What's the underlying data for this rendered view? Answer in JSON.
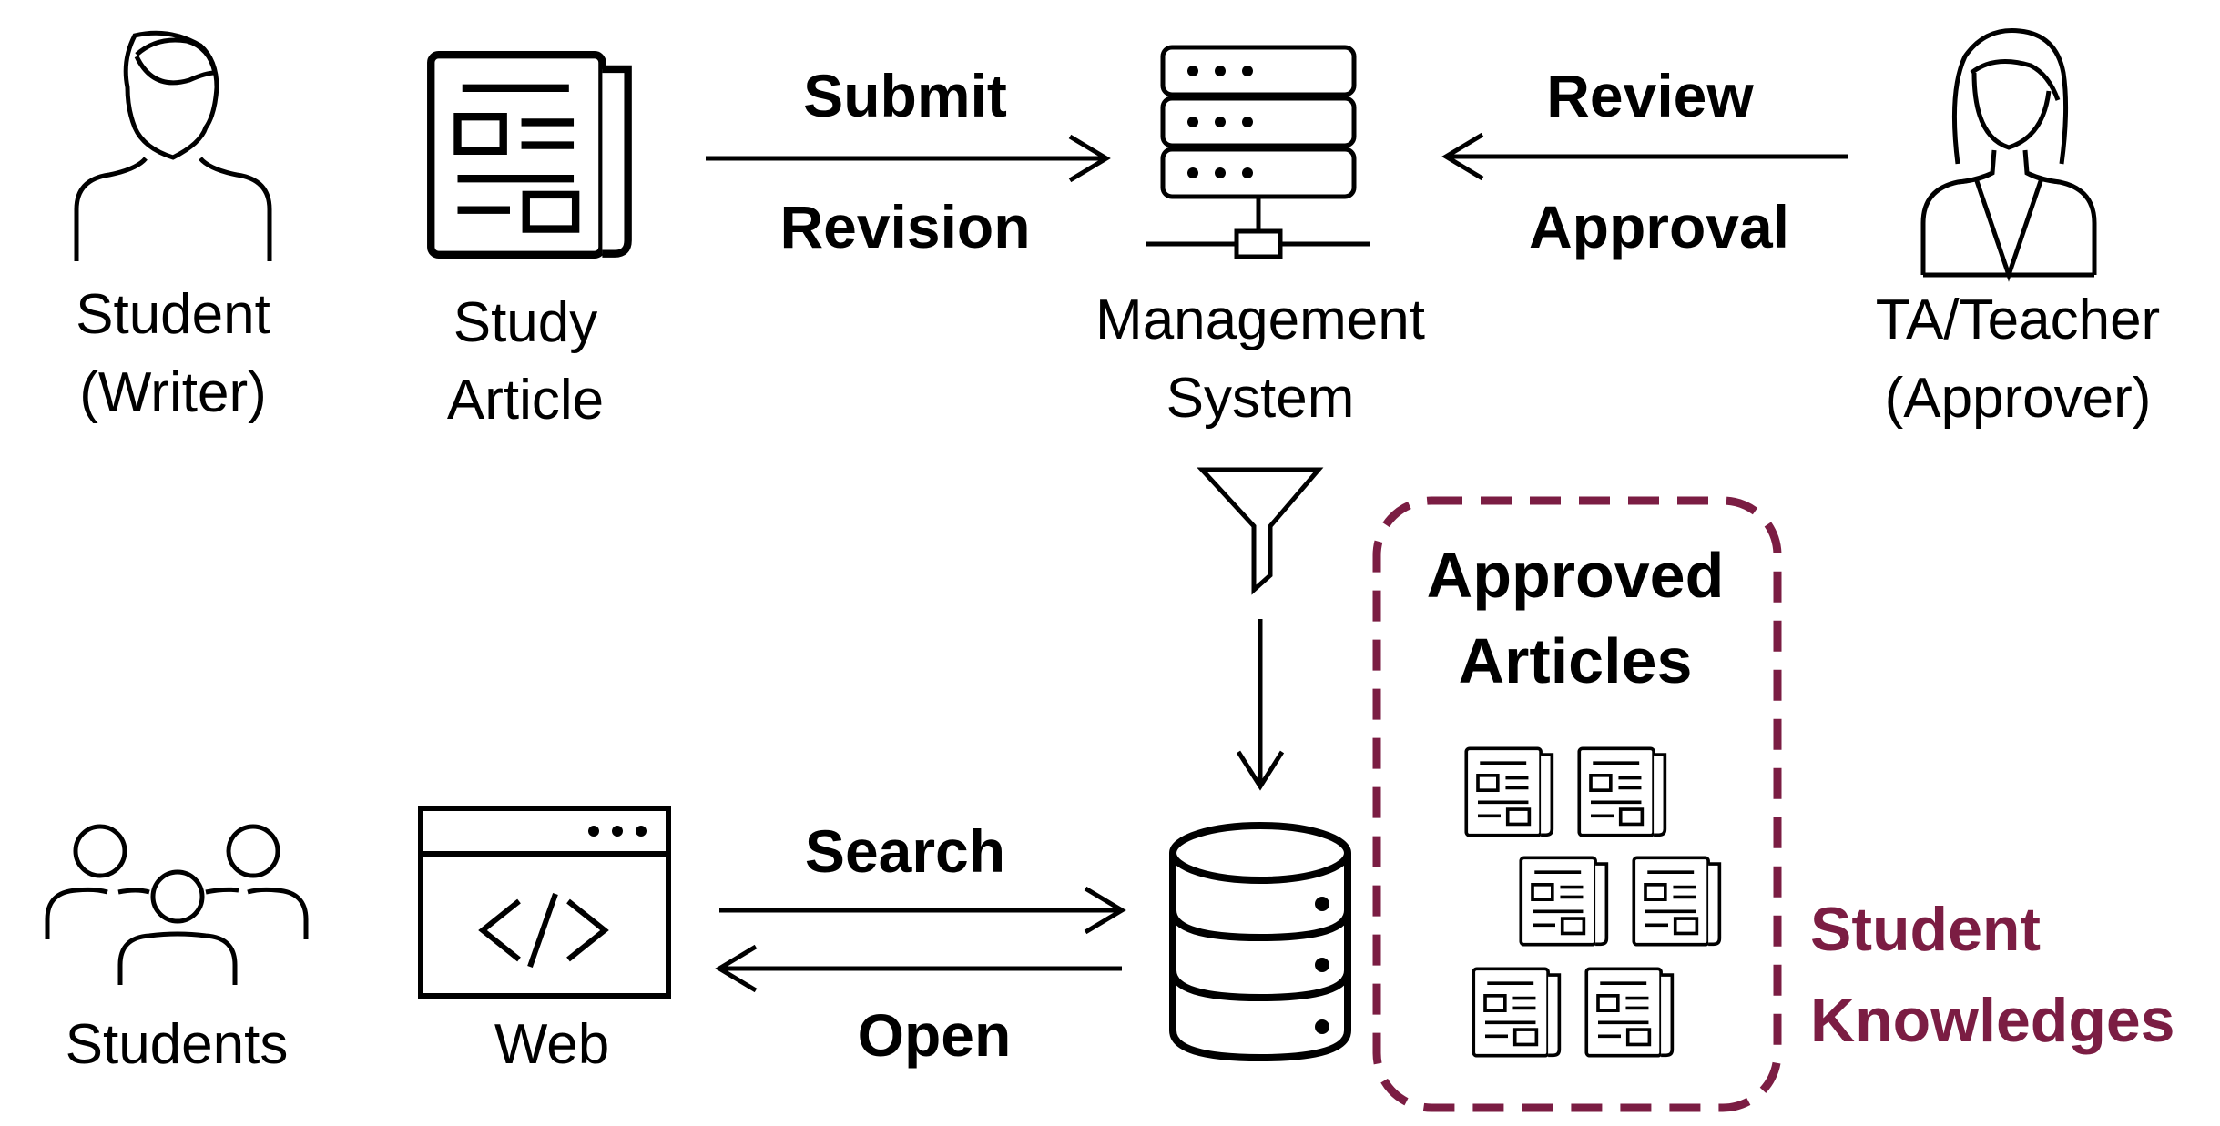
{
  "colors": {
    "ink": "#000000",
    "accent": "#7b1d43"
  },
  "nodes": {
    "student_writer": {
      "line1": "Student",
      "line2": "(Writer)",
      "icon": "person-icon"
    },
    "study_article": {
      "line1": "Study",
      "line2": "Article",
      "icon": "newspaper-icon"
    },
    "management_system": {
      "line1": "Management",
      "line2": "System",
      "icon": "server-icon"
    },
    "ta_teacher": {
      "line1": "TA/Teacher",
      "line2": "(Approver)",
      "icon": "woman-icon"
    },
    "students": {
      "label": "Students",
      "icon": "group-icon"
    },
    "web": {
      "label": "Web",
      "icon": "browser-code-icon"
    },
    "database": {
      "icon": "database-icon"
    },
    "filter": {
      "icon": "funnel-icon"
    }
  },
  "edges": {
    "submit": {
      "label_top": "Submit",
      "label_bottom": "Revision"
    },
    "review": {
      "label_top": "Review",
      "label_bottom": "Approval"
    },
    "search": {
      "label": "Search"
    },
    "open": {
      "label": "Open"
    }
  },
  "approved_box": {
    "title_line1": "Approved",
    "title_line2": "Articles",
    "article_icon": "newspaper-icon",
    "article_count": 6
  },
  "knowledge_label": {
    "line1": "Student",
    "line2": "Knowledges"
  }
}
